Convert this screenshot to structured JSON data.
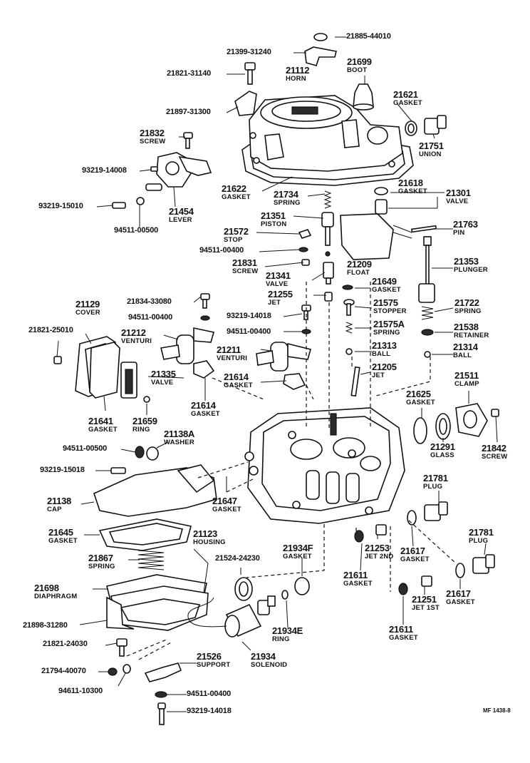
{
  "parts": [
    {
      "id": "p21885",
      "number": "21885-44010",
      "name": ""
    },
    {
      "id": "p21399",
      "number": "21399-31240",
      "name": ""
    },
    {
      "id": "p21821a",
      "number": "21821-31140",
      "name": ""
    },
    {
      "id": "p21112",
      "number": "21112",
      "name": "HORN"
    },
    {
      "id": "p21699",
      "number": "21699",
      "name": "BOOT"
    },
    {
      "id": "p21621",
      "number": "21621",
      "name": "GASKET"
    },
    {
      "id": "p21897",
      "number": "21897-31300",
      "name": ""
    },
    {
      "id": "p21832",
      "number": "21832",
      "name": "SCREW"
    },
    {
      "id": "p21751",
      "number": "21751",
      "name": "UNION"
    },
    {
      "id": "p93219a",
      "number": "93219-14008",
      "name": ""
    },
    {
      "id": "p21622",
      "number": "21622",
      "name": "GASKET"
    },
    {
      "id": "p21618",
      "number": "21618",
      "name": "GASKET"
    },
    {
      "id": "p21734",
      "number": "21734",
      "name": "SPRING"
    },
    {
      "id": "p21301",
      "number": "21301",
      "name": "VALVE"
    },
    {
      "id": "p93219b",
      "number": "93219-15010",
      "name": ""
    },
    {
      "id": "p21454",
      "number": "21454",
      "name": "LEVER"
    },
    {
      "id": "p21351",
      "number": "21351",
      "name": "PISTON"
    },
    {
      "id": "p94511a",
      "number": "94511-00500",
      "name": ""
    },
    {
      "id": "p21572",
      "number": "21572",
      "name": "STOP"
    },
    {
      "id": "p21763",
      "number": "21763",
      "name": "PIN"
    },
    {
      "id": "p94511b",
      "number": "94511-00400",
      "name": ""
    },
    {
      "id": "p21209",
      "number": "21209",
      "name": "FLOAT"
    },
    {
      "id": "p21353",
      "number": "21353",
      "name": "PLUNGER"
    },
    {
      "id": "p21831",
      "number": "21831",
      "name": "SCREW"
    },
    {
      "id": "p21341",
      "number": "21341",
      "name": "VALVE"
    },
    {
      "id": "p21649",
      "number": "21649",
      "name": "GASKET"
    },
    {
      "id": "p21255",
      "number": "21255",
      "name": "JET"
    },
    {
      "id": "p21834",
      "number": "21834-33080",
      "name": ""
    },
    {
      "id": "p21575",
      "number": "21575",
      "name": "STOPPER"
    },
    {
      "id": "p21722",
      "number": "21722",
      "name": "SPRING"
    },
    {
      "id": "p21129",
      "number": "21129",
      "name": "COVER"
    },
    {
      "id": "p94511c",
      "number": "94511-00400",
      "name": ""
    },
    {
      "id": "p93219c",
      "number": "93219-14018",
      "name": ""
    },
    {
      "id": "p21575a",
      "number": "21575A",
      "name": "SPRING"
    },
    {
      "id": "p21538",
      "number": "21538",
      "name": "RETAINER"
    },
    {
      "id": "p21821b",
      "number": "21821-25010",
      "name": ""
    },
    {
      "id": "p21212",
      "number": "21212",
      "name": "VENTURI"
    },
    {
      "id": "p94511d",
      "number": "94511-00400",
      "name": ""
    },
    {
      "id": "p21313",
      "number": "21313",
      "name": "BALL"
    },
    {
      "id": "p21314",
      "number": "21314",
      "name": "BALL"
    },
    {
      "id": "p21211",
      "number": "21211",
      "name": "VENTURI"
    },
    {
      "id": "p21205",
      "number": "21205",
      "name": "JET"
    },
    {
      "id": "p21614a",
      "number": "21614",
      "name": "GASKET"
    },
    {
      "id": "p21335",
      "number": "21335",
      "name": "VALVE"
    },
    {
      "id": "p21511",
      "number": "21511",
      "name": "CLAMP"
    },
    {
      "id": "p21614b",
      "number": "21614",
      "name": "GASKET"
    },
    {
      "id": "p21625",
      "number": "21625",
      "name": "GASKET"
    },
    {
      "id": "p21641",
      "number": "21641",
      "name": "GASKET"
    },
    {
      "id": "p21659",
      "number": "21659",
      "name": "RING"
    },
    {
      "id": "p21138a",
      "number": "21138A",
      "name": "WASHER"
    },
    {
      "id": "p21291",
      "number": "21291",
      "name": "GLASS"
    },
    {
      "id": "p21842",
      "number": "21842",
      "name": "SCREW"
    },
    {
      "id": "p94511e",
      "number": "94511-00500",
      "name": ""
    },
    {
      "id": "p21781a",
      "number": "21781",
      "name": "PLUG"
    },
    {
      "id": "p93219d",
      "number": "93219-15018",
      "name": ""
    },
    {
      "id": "p21647",
      "number": "21647",
      "name": "GASKET"
    },
    {
      "id": "p21138",
      "number": "21138",
      "name": "CAP"
    },
    {
      "id": "p21645",
      "number": "21645",
      "name": "GASKET"
    },
    {
      "id": "p21123",
      "number": "21123",
      "name": "HOUSING"
    },
    {
      "id": "p21781b",
      "number": "21781",
      "name": "PLUG"
    },
    {
      "id": "p21934f",
      "number": "21934F",
      "name": "GASKET"
    },
    {
      "id": "p21253",
      "number": "21253",
      "name": "JET 2ND"
    },
    {
      "id": "p21867",
      "number": "21867",
      "name": "SPRING"
    },
    {
      "id": "p21524",
      "number": "21524-24230",
      "name": ""
    },
    {
      "id": "p21617a",
      "number": "21617",
      "name": "GASKET"
    },
    {
      "id": "p21611a",
      "number": "21611",
      "name": "GASKET"
    },
    {
      "id": "p21698",
      "number": "21698",
      "name": "DIAPHRAGM"
    },
    {
      "id": "p21617b",
      "number": "21617",
      "name": "GASKET"
    },
    {
      "id": "p21251",
      "number": "21251",
      "name": "JET 1ST"
    },
    {
      "id": "p21898",
      "number": "21898-31280",
      "name": ""
    },
    {
      "id": "p21934e",
      "number": "21934E",
      "name": "RING"
    },
    {
      "id": "p21611b",
      "number": "21611",
      "name": "GASKET"
    },
    {
      "id": "p21821c",
      "number": "21821-24030",
      "name": ""
    },
    {
      "id": "p21934",
      "number": "21934",
      "name": "SOLENOID"
    },
    {
      "id": "p21526",
      "number": "21526",
      "name": "SUPPORT"
    },
    {
      "id": "p21794",
      "number": "21794-40070",
      "name": ""
    },
    {
      "id": "p94611",
      "number": "94611-10300",
      "name": ""
    },
    {
      "id": "p94511f",
      "number": "94511-00400",
      "name": ""
    },
    {
      "id": "p93219e",
      "number": "93219-14018",
      "name": ""
    }
  ],
  "figure_ref": "MF 1438-8"
}
